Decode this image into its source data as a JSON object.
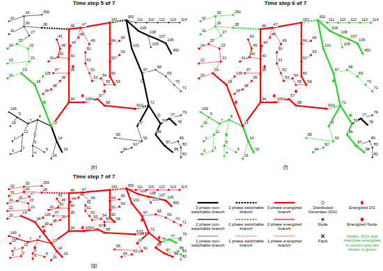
{
  "diagram": {
    "labels": [
      "Time step 5 of 7",
      "32",
      "33",
      "250",
      "31",
      "26",
      "27",
      "28",
      "25",
      "24",
      "23",
      "22",
      "21",
      "20",
      "19",
      "18",
      "135",
      "13",
      "149",
      "9",
      "10",
      "7",
      "8",
      "12",
      "1",
      "2",
      "3",
      "4",
      "5",
      "6",
      "14",
      "15",
      "16",
      "46",
      "47",
      "151",
      "48",
      "43",
      "44",
      "45",
      "42",
      "41",
      "40",
      "35",
      "37",
      "36",
      "38",
      "39",
      "49",
      "50",
      "51",
      "52",
      "53",
      "54",
      "55",
      "56",
      "64",
      "65",
      "62",
      "63",
      "60",
      "57",
      "58",
      "1054",
      "34",
      "610",
      "300",
      "111",
      "110",
      "112",
      "113",
      "114",
      "109",
      "108",
      "107",
      "106",
      "105",
      "101",
      "450",
      "67",
      "68",
      "69",
      "70",
      "71",
      "72",
      "97",
      "76",
      "77",
      "78",
      "79",
      "86",
      "87",
      "88",
      "89",
      "91",
      "92",
      "94",
      "95",
      "82",
      "83",
      "(e)",
      "Time step 6 of 7",
      "32",
      "33",
      "250",
      "31",
      "26",
      "27",
      "28",
      "25",
      "24",
      "23",
      "22",
      "21",
      "20",
      "19",
      "18",
      "135",
      "13",
      "149",
      "9",
      "10",
      "7",
      "8",
      "12",
      "1",
      "2",
      "3",
      "4",
      "5",
      "6",
      "14",
      "15",
      "16",
      "46",
      "47",
      "151",
      "48",
      "43",
      "44",
      "45",
      "42",
      "41",
      "40",
      "35",
      "37",
      "36",
      "38",
      "39",
      "49",
      "50",
      "51",
      "52",
      "53",
      "54",
      "55",
      "56",
      "64",
      "65",
      "62",
      "63",
      "60",
      "57",
      "58",
      "1054",
      "34",
      "610",
      "300",
      "111",
      "110",
      "112",
      "113",
      "114",
      "109",
      "108",
      "107",
      "106",
      "105",
      "101",
      "450",
      "67",
      "68",
      "69",
      "70",
      "71",
      "72",
      "97",
      "76",
      "77",
      "78",
      "79",
      "86",
      "87",
      "88",
      "89",
      "91",
      "92",
      "94",
      "95",
      "82",
      "83",
      "(f)",
      "Time step 7 of 7",
      "32",
      "33",
      "250",
      "31",
      "26",
      "27",
      "28",
      "25",
      "24",
      "23",
      "22",
      "21",
      "20",
      "19",
      "18",
      "135",
      "13",
      "149",
      "9",
      "10",
      "7",
      "8",
      "12",
      "1",
      "2",
      "3",
      "4",
      "5",
      "6",
      "14",
      "15",
      "16",
      "46",
      "47",
      "151",
      "48",
      "43",
      "44",
      "45",
      "42",
      "41",
      "40",
      "35",
      "37",
      "36",
      "38",
      "39",
      "49",
      "50",
      "51",
      "52",
      "53",
      "54",
      "55",
      "56",
      "64",
      "65",
      "62",
      "63",
      "60",
      "57",
      "58",
      "1054",
      "34",
      "610",
      "300",
      "111",
      "110",
      "112",
      "113",
      "114",
      "109",
      "108",
      "107",
      "106",
      "105",
      "101",
      "450",
      "67",
      "68",
      "69",
      "70",
      "71",
      "72",
      "97",
      "76",
      "77",
      "78",
      "79",
      "86",
      "87",
      "88",
      "89",
      "91",
      "92",
      "94",
      "95",
      "82",
      "83",
      "(g)"
    ],
    "legend": [
      {
        "text": "3 phase non-switchable branch"
      },
      {
        "text": "3 phase switchable branch"
      },
      {
        "text": "3 phase energized branch"
      },
      {
        "text": "Distributed Generator (DG)"
      },
      {
        "text": "Energized DG"
      },
      {
        "text": "2 phase non-switchable branch"
      },
      {
        "text": "2 phase switchable branch"
      },
      {
        "text": "2 phase energized branch"
      },
      {
        "text": "Node"
      },
      {
        "text": "Energized Node"
      },
      {
        "text": "1 phase non-switchable branch"
      },
      {
        "text": "1 phase switchable branch"
      },
      {
        "text": "1 phase energized branch"
      },
      {
        "text": "Fault"
      },
      {
        "text": "Nodes, DGs and branches energized in current step are shown in green"
      }
    ]
  }
}
